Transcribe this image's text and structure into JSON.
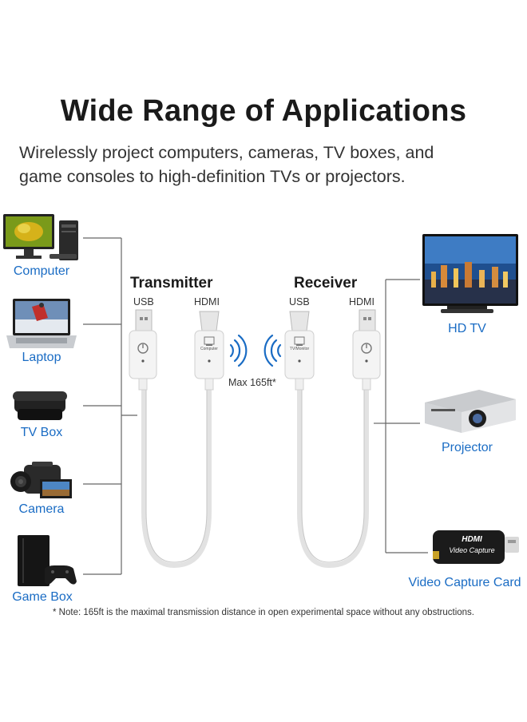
{
  "header": {
    "title": "Wide Range of Applications",
    "subtitle_line1": "Wirelessly project computers, cameras, TV boxes, and",
    "subtitle_line2": "game consoles to high-definition TVs or projectors."
  },
  "sources": [
    {
      "label": "Computer",
      "icon": "desktop-computer"
    },
    {
      "label": "Laptop",
      "icon": "laptop"
    },
    {
      "label": "TV Box",
      "icon": "tv-box"
    },
    {
      "label": "Camera",
      "icon": "video-camera"
    },
    {
      "label": "Game Box",
      "icon": "game-console"
    }
  ],
  "destinations": [
    {
      "label": "HD TV",
      "icon": "hd-tv"
    },
    {
      "label": "Projector",
      "icon": "projector"
    },
    {
      "label": "Video Capture Card",
      "icon": "capture-card"
    }
  ],
  "transmitter": {
    "title": "Transmitter",
    "usb_label": "USB",
    "hdmi_label": "HDMI",
    "plug_text": "Computer"
  },
  "receiver": {
    "title": "Receiver",
    "usb_label": "USB",
    "hdmi_label": "HDMI",
    "plug_text": "TV/Monitor"
  },
  "range_label": "Max 165ft*",
  "capture_card_text": {
    "brand": "HDMI",
    "line": "Video Capture"
  },
  "note": "* Note: 165ft is the maximal transmission distance in open experimental space without any obstructions.",
  "colors": {
    "label_blue": "#1a6cc4",
    "line_gray": "#666666",
    "dongle_white": "#f4f4f4"
  }
}
